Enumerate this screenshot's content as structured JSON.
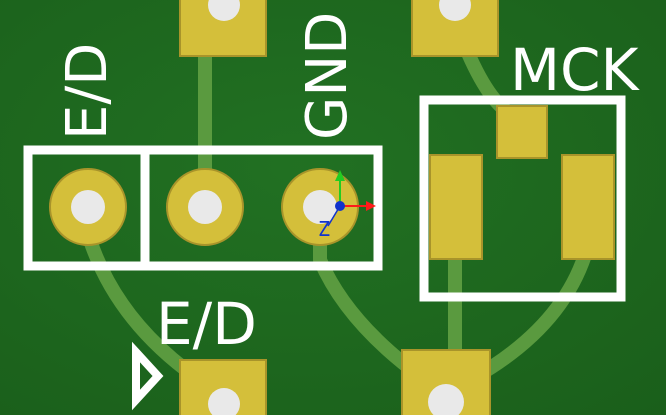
{
  "labels": {
    "ed_rotated": "E/D",
    "gnd_rotated": "GND",
    "mck": "MCK",
    "ed_bottom": "E/D"
  },
  "axis": {
    "z_label": "Z"
  },
  "colors": {
    "board": "#1f6b20",
    "board_dark": "#185b1a",
    "copper_pad": "#d4bf3a",
    "copper_pad_edge": "#a8942a",
    "trace": "#5a9a3f",
    "drill": "#e9e9e9",
    "silkscreen": "#ffffff",
    "axis_x": "#ff1a1a",
    "axis_y": "#22cc22",
    "axis_origin": "#1133cc"
  },
  "icons": {
    "pin1_marker": "triangle-outline-icon",
    "origin_gizmo": "xyz-axis-icon"
  }
}
